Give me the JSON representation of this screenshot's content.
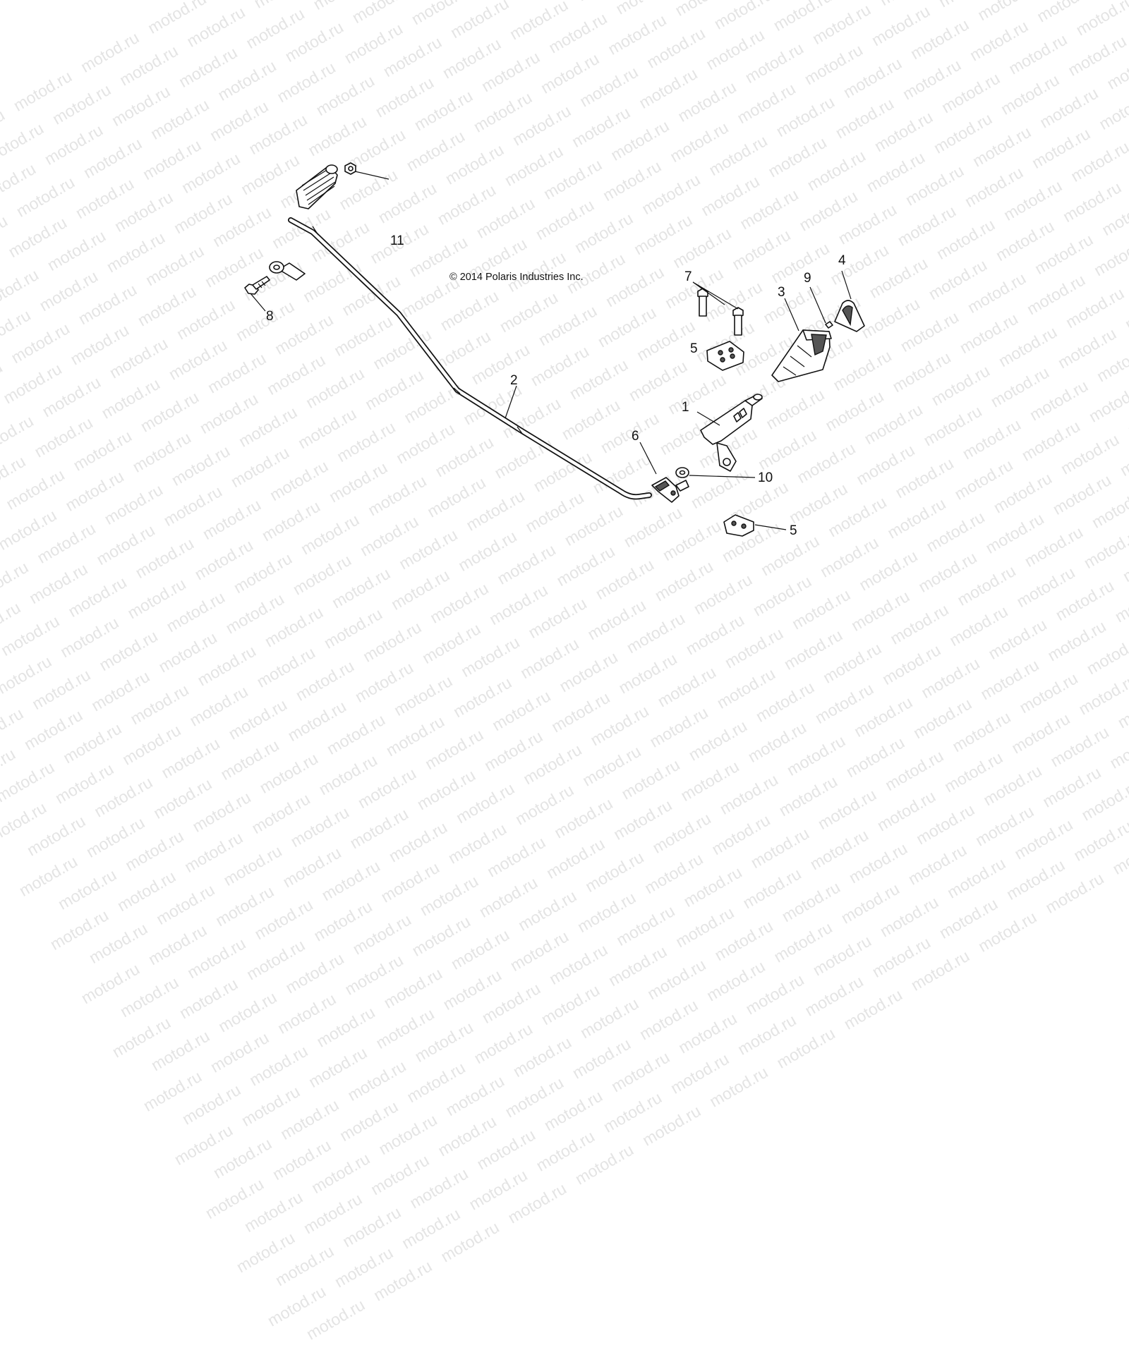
{
  "copyright": "© 2014 Polaris Industries Inc.",
  "watermark": "motod.ru",
  "callouts": {
    "c1": "1",
    "c2": "2",
    "c3": "3",
    "c4": "4",
    "c5a": "5",
    "c5b": "5",
    "c6": "6",
    "c7": "7",
    "c8": "8",
    "c9": "9",
    "c10": "10",
    "c11": "11"
  }
}
